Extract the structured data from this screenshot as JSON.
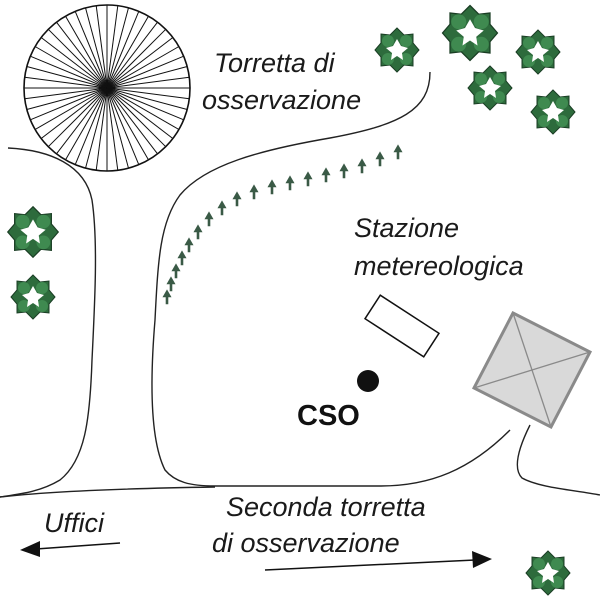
{
  "labels": {
    "tower1_line1": "Torretta di",
    "tower1_line2": "osservazione",
    "station_line1": "Stazione",
    "station_line2": "metereologica",
    "cso": "CSO",
    "offices": "Uffici",
    "tower2_line1": "Seconda torretta",
    "tower2_line2": "di  osservazione"
  },
  "colors": {
    "tree_fill": "#2d6b3c",
    "tree_center": "#ffffff",
    "line": "#222222",
    "pyramid_fill": "#d9d9d9",
    "pyramid_stroke": "#8a8a8a"
  }
}
